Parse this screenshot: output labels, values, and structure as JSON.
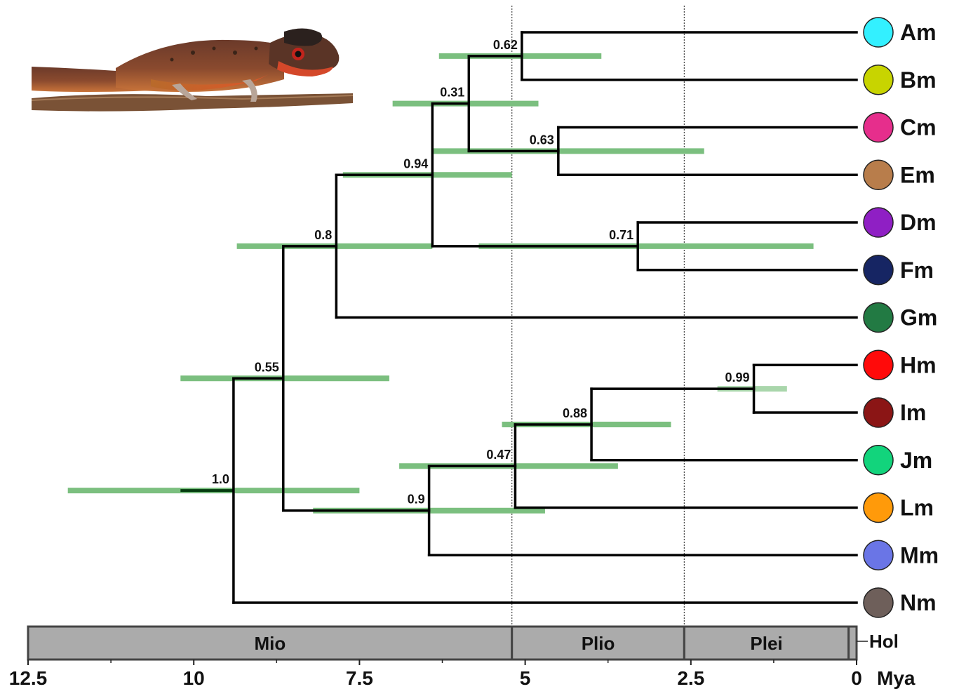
{
  "time_unit": "Mya",
  "tree": {
    "max_age": 12.5,
    "nodes": [
      {
        "id": "n1",
        "age": 9.4,
        "support": "1.0",
        "hpd": [
          11.9,
          7.5
        ],
        "children": [
          "n2",
          "Nm"
        ]
      },
      {
        "id": "n2",
        "age": 8.65,
        "support": "0.55",
        "hpd": [
          10.2,
          7.05
        ],
        "children": [
          "n3",
          "n9"
        ]
      },
      {
        "id": "n3",
        "age": 7.85,
        "support": "0.8",
        "hpd": [
          9.35,
          6.4
        ],
        "children": [
          "n4",
          "Gm"
        ]
      },
      {
        "id": "n4",
        "age": 6.4,
        "support": "0.94",
        "hpd": [
          7.75,
          5.2
        ],
        "children": [
          "n5",
          "n8"
        ]
      },
      {
        "id": "n5",
        "age": 5.85,
        "support": "0.31",
        "hpd": [
          7.0,
          4.8
        ],
        "children": [
          "n6",
          "n7"
        ]
      },
      {
        "id": "n6",
        "age": 5.05,
        "support": "0.62",
        "hpd": [
          6.3,
          3.85
        ],
        "children": [
          "Am",
          "Bm"
        ]
      },
      {
        "id": "n7",
        "age": 4.5,
        "support": "0.63",
        "hpd": [
          6.4,
          2.3
        ],
        "children": [
          "Cm",
          "Em"
        ]
      },
      {
        "id": "n8",
        "age": 3.3,
        "support": "0.71",
        "hpd": [
          5.7,
          0.65
        ],
        "children": [
          "Dm",
          "Fm"
        ]
      },
      {
        "id": "n9",
        "age": 6.45,
        "support": "0.9",
        "hpd": [
          8.2,
          4.7
        ],
        "children": [
          "n10",
          "Mm"
        ]
      },
      {
        "id": "n10",
        "age": 5.15,
        "support": "0.47",
        "hpd": [
          6.9,
          3.6
        ],
        "children": [
          "n11",
          "Lm"
        ]
      },
      {
        "id": "n11",
        "age": 4.0,
        "support": "0.88",
        "hpd": [
          5.35,
          2.8
        ],
        "children": [
          "n12",
          "Jm"
        ]
      },
      {
        "id": "n12",
        "age": 1.55,
        "support": "0.99",
        "hpd": [
          2.1,
          1.05
        ],
        "children": [
          "Hm",
          "Im"
        ]
      }
    ],
    "tips": [
      {
        "id": "Am",
        "label": "Am",
        "color": "#33f0ff"
      },
      {
        "id": "Bm",
        "label": "Bm",
        "color": "#c8d400"
      },
      {
        "id": "Cm",
        "label": "Cm",
        "color": "#e62e8c"
      },
      {
        "id": "Em",
        "label": "Em",
        "color": "#b87d4b"
      },
      {
        "id": "Dm",
        "label": "Dm",
        "color": "#8f1fc4"
      },
      {
        "id": "Fm",
        "label": "Fm",
        "color": "#162563"
      },
      {
        "id": "Gm",
        "label": "Gm",
        "color": "#227a43"
      },
      {
        "id": "Hm",
        "label": "Hm",
        "color": "#ff0a0a"
      },
      {
        "id": "Im",
        "label": "Im",
        "color": "#8b1515"
      },
      {
        "id": "Jm",
        "label": "Jm",
        "color": "#12d47c"
      },
      {
        "id": "Lm",
        "label": "Lm",
        "color": "#ff9a0a"
      },
      {
        "id": "Mm",
        "label": "Mm",
        "color": "#6a75e6"
      },
      {
        "id": "Nm",
        "label": "Nm",
        "color": "#6e5f5a"
      }
    ]
  },
  "epochs": [
    {
      "label": "Mio",
      "start": 12.5,
      "end": 5.2
    },
    {
      "label": "Plio",
      "start": 5.2,
      "end": 2.6
    },
    {
      "label": "Plei",
      "start": 2.6,
      "end": 0.12
    },
    {
      "label": "Hol",
      "start": 0.12,
      "end": 0
    }
  ],
  "reference_lines": [
    5.2,
    2.6
  ],
  "axis": {
    "ticks": [
      {
        "value": 12.5,
        "label": "12.5"
      },
      {
        "value": 10,
        "label": "10"
      },
      {
        "value": 7.5,
        "label": "7.5"
      },
      {
        "value": 5,
        "label": "5"
      },
      {
        "value": 2.5,
        "label": "2.5"
      },
      {
        "value": 0,
        "label": "0"
      }
    ],
    "minor_ticks": [
      11.25,
      8.75,
      6.25,
      3.75,
      1.25
    ]
  },
  "colors": {
    "branch": "#000000",
    "hpd_bar": "#7bbf7f",
    "hpd_bar_light": "#a9d6ab",
    "node_stem": "#063d10",
    "epoch_fill": "#ababab",
    "epoch_border": "#444444"
  },
  "photo": {
    "icon": "lizard-photo"
  }
}
